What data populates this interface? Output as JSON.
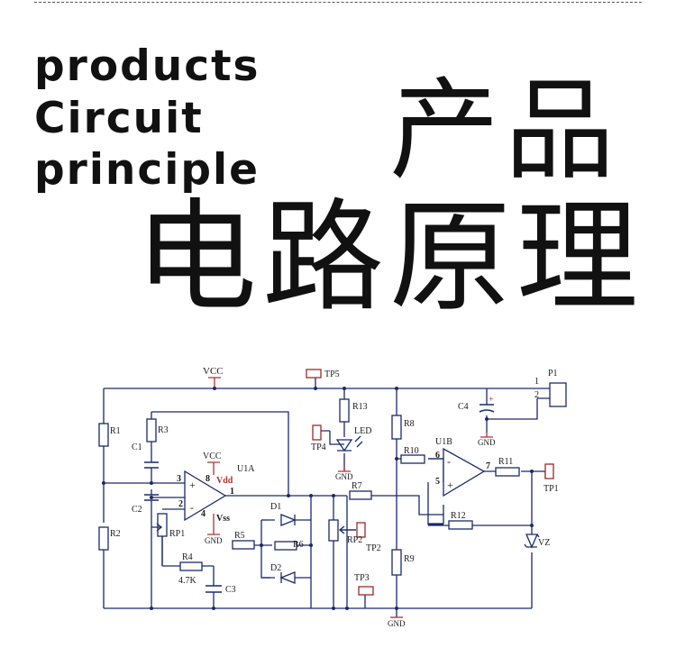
{
  "heading": {
    "english_lines": [
      "products",
      "Circuit",
      "principle"
    ],
    "chinese_line1": "产品",
    "chinese_line2": "电路原理"
  },
  "circuit": {
    "vcc_label": "VCC",
    "vdd_label": "Vdd",
    "vss_label": "Vss",
    "gnd_label": "GND",
    "opamp_a": "U1A",
    "opamp_b": "U1B",
    "led_label": "LED",
    "r4_value": "4.7K",
    "resistors": [
      "R1",
      "R2",
      "R3",
      "R4",
      "R5",
      "R6",
      "R7",
      "R8",
      "R9",
      "R10",
      "R11",
      "R12",
      "R13"
    ],
    "capacitors": [
      "C1",
      "C2",
      "C3",
      "C4"
    ],
    "diodes": [
      "D1",
      "D2"
    ],
    "zener": "VZ",
    "pots": [
      "RP1",
      "RP2"
    ],
    "test_points": [
      "TP1",
      "TP2",
      "TP3",
      "TP4",
      "TP5"
    ],
    "connector": "P1",
    "connector_pins": [
      "1",
      "2"
    ],
    "pin_labels": [
      "3",
      "2",
      "8",
      "4",
      "1",
      "6",
      "5",
      "7"
    ],
    "plus_sign": "+",
    "minus_sign": "-",
    "cap_plus": "+"
  }
}
